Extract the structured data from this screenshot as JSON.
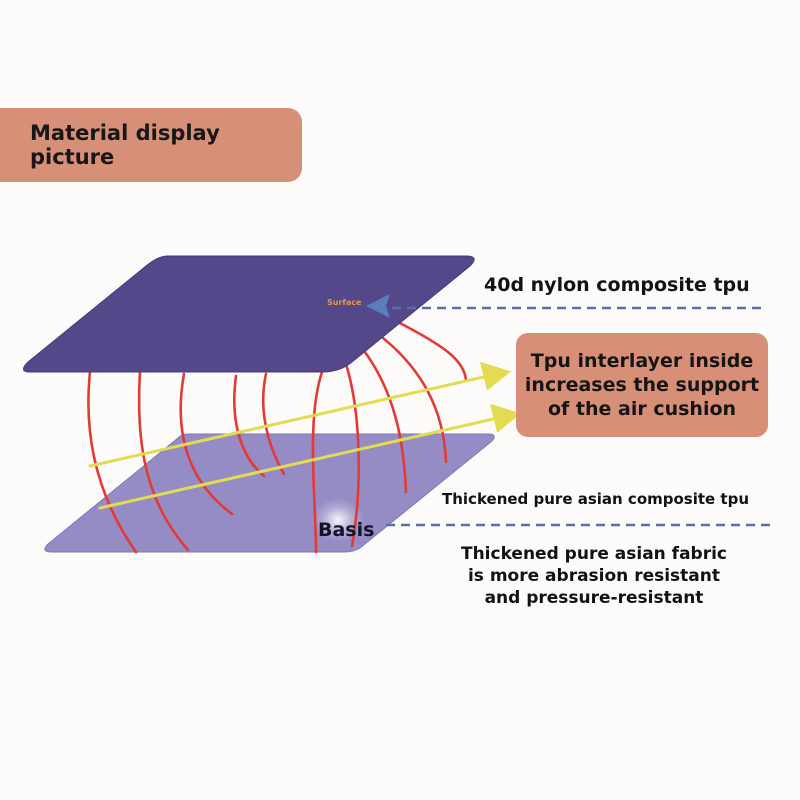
{
  "header": {
    "title": "Material display picture"
  },
  "callout": {
    "lines": [
      "Tpu interlayer inside",
      "increases the support",
      "of the air cushion"
    ]
  },
  "labels": {
    "top_layer": "40d nylon composite tpu",
    "middle_layer": "Thickened pure asian composite tpu",
    "bottom_layer_lines": [
      "Thickened pure asian fabric",
      "is more abrasion resistant",
      "and pressure-resistant"
    ],
    "surface": "Surface",
    "basis": "Basis"
  },
  "colors": {
    "accent_box": "#d88f78",
    "top_plate": "#54478a",
    "bottom_plate": "#958cc6",
    "support_lines": "#e23a35",
    "arrows": "#e3dc52",
    "dashed_lines": "#5a6ea8"
  }
}
